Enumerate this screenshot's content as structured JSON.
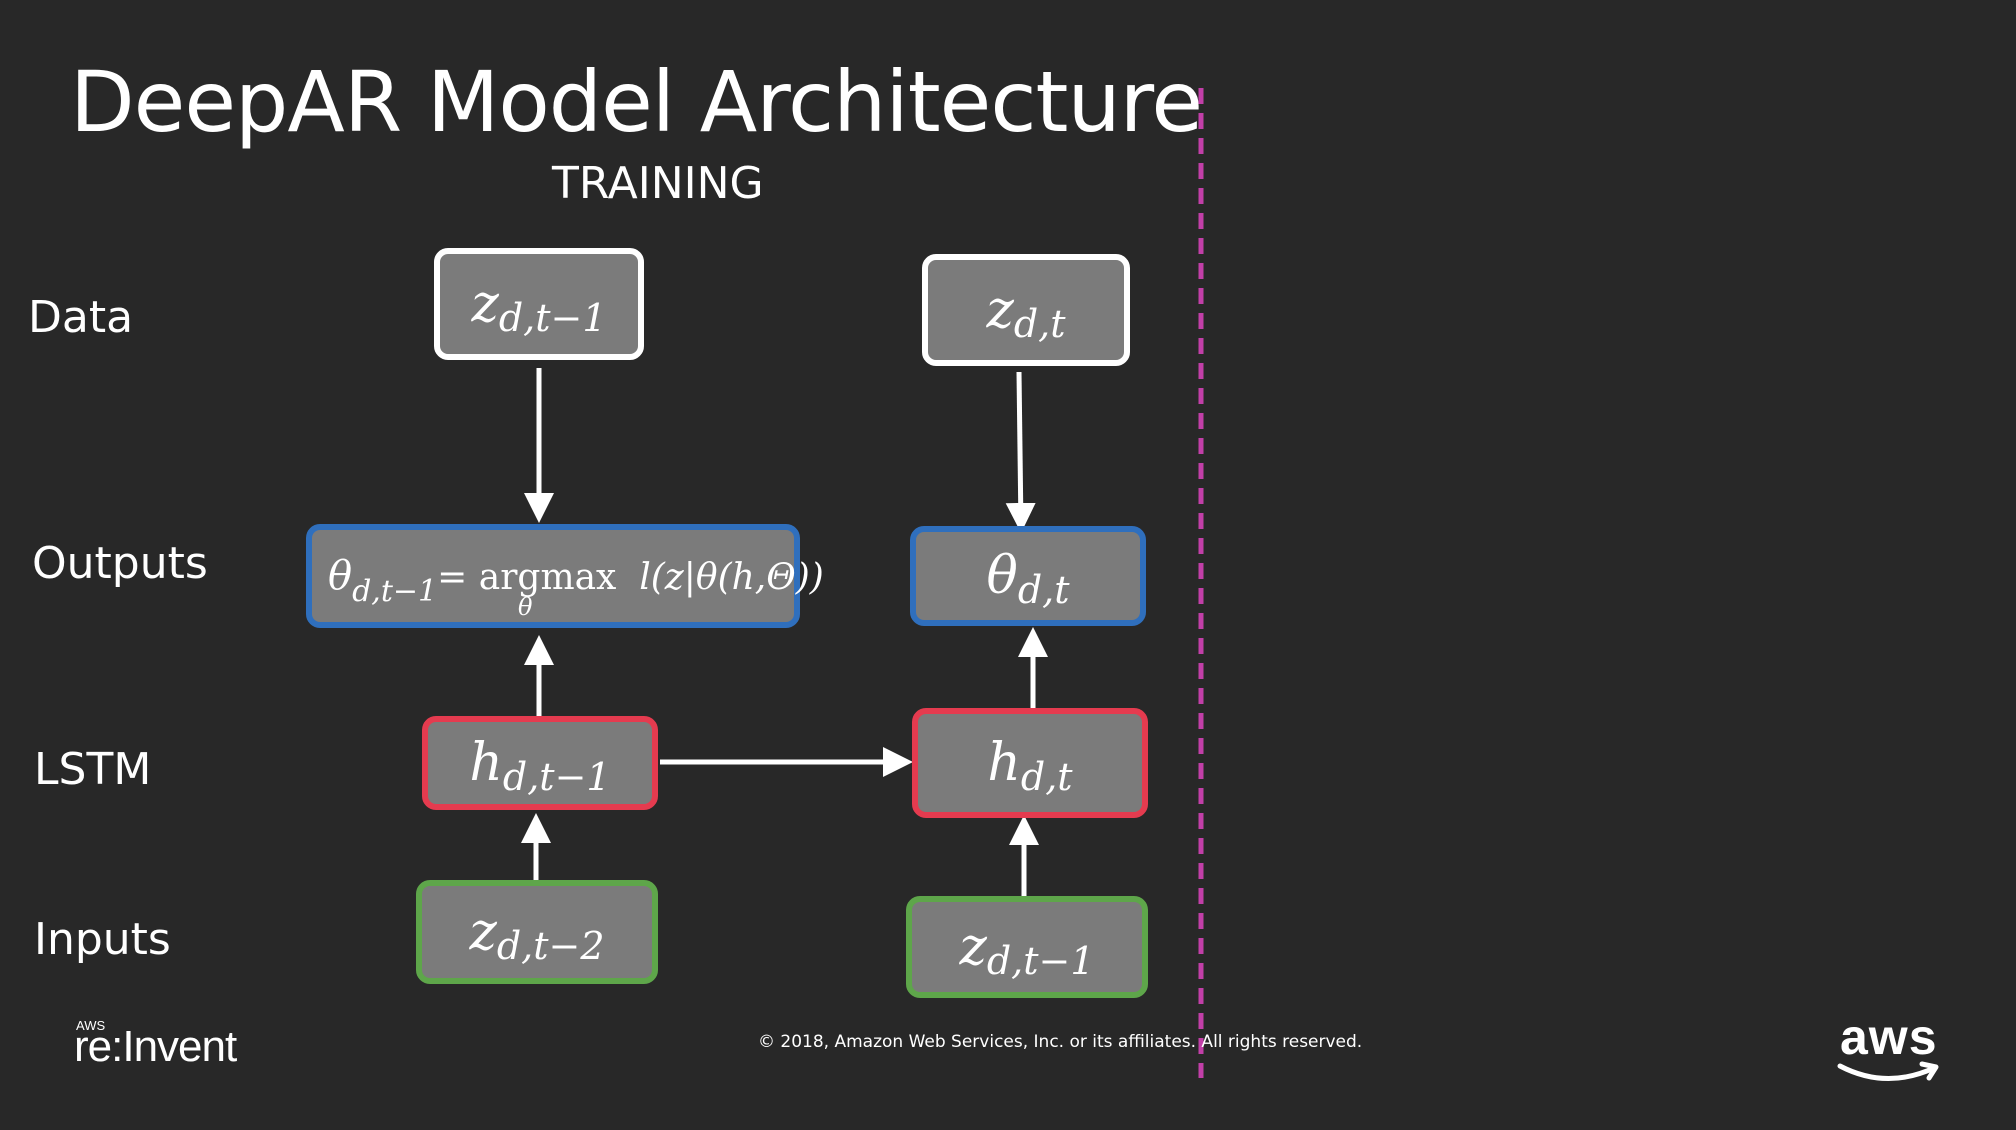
{
  "slide": {
    "title": "DeepAR Model Architecture",
    "subtitle": "TRAINING"
  },
  "rows": {
    "data": "Data",
    "outputs": "Outputs",
    "lstm": "LSTM",
    "inputs": "Inputs"
  },
  "nodes": {
    "data_prev": {
      "symbol": "z",
      "sub": "d,t−1"
    },
    "data_cur": {
      "symbol": "z",
      "sub": "d,t"
    },
    "out_prev": {
      "theta": "θ",
      "sub": "d,t−1",
      "eq": "= argmax",
      "under": "θ",
      "rest": "l(z|θ(h,Θ))"
    },
    "out_cur": {
      "symbol": "θ",
      "sub": "d,t"
    },
    "lstm_prev": {
      "symbol": "h",
      "sub": "d,t−1"
    },
    "lstm_cur": {
      "symbol": "h",
      "sub": "d,t"
    },
    "inp_prev": {
      "symbol": "z",
      "sub": "d,t−2"
    },
    "inp_cur": {
      "symbol": "z",
      "sub": "d,t−1"
    }
  },
  "colors": {
    "background": "#282828",
    "data_border": "#ffffff",
    "output_border": "#2f6fbd",
    "lstm_border": "#e53b4f",
    "input_border": "#5ea64a",
    "divider": "#c23fa8"
  },
  "footer": {
    "copyright": "© 2018, Amazon Web Services, Inc. or its affiliates. All rights reserved.",
    "event_small": "AWS",
    "event_name": "re:Invent",
    "brand": "aws"
  }
}
